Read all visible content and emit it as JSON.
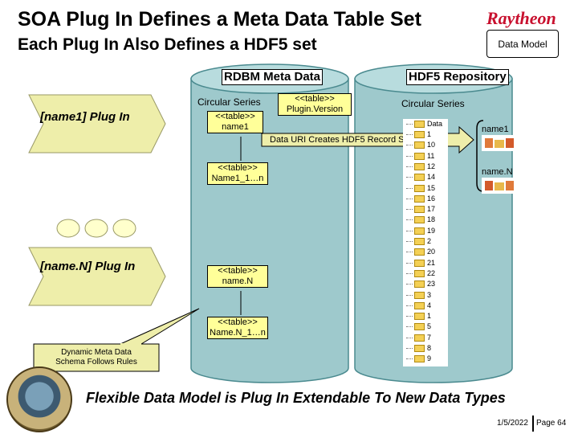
{
  "header": {
    "title": "SOA Plug In Defines a Meta Data Table Set",
    "subtitle": "Each Plug In Also Defines a HDF5 set",
    "brand": "Raytheon",
    "data_model_label": "Data Model"
  },
  "colors": {
    "cylinder_fill": "#9ec9cc",
    "cylinder_stroke": "#4a8a8f",
    "plugin_fill": "#eeeeaa",
    "callout_fill": "#eeeeaa",
    "table_fill": "#ffff99",
    "brand_red": "#c8102e",
    "arrow_fill": "#eeeeaa"
  },
  "rdbm": {
    "header": "RDBM Meta Data",
    "circular_series": "Circular Series",
    "plugin_version": "<<table>>\nPlugin.Version",
    "table_name1": "<<table>>\nname1",
    "table_name1_1n": "<<table>>\nName1_1…n",
    "table_nameN": "<<table>>\nname.N",
    "table_nameN_1n": "<<table>>\nName.N_1…n"
  },
  "hdf5": {
    "header": "HDF5 Repository",
    "circular_series": "Circular Series",
    "data_uri": "Data URI Creates HDF5 Record Structure",
    "tree_root": "Data",
    "tree_items": [
      "1",
      "10",
      "11",
      "12",
      "14",
      "15",
      "16",
      "17",
      "18",
      "19",
      "2",
      "20",
      "21",
      "22",
      "23",
      "3",
      "4",
      "1",
      "5",
      "7",
      "8",
      "9"
    ],
    "name1": "name1",
    "nameN": "name.N"
  },
  "plugins": {
    "first": "[name1] Plug In",
    "last": "[name.N] Plug In"
  },
  "callout": "Dynamic Meta Data\nSchema Follows Rules",
  "footer": {
    "headline": "Flexible Data Model is Plug In Extendable To New Data Types",
    "date": "1/5/2022",
    "page": "Page 64"
  }
}
